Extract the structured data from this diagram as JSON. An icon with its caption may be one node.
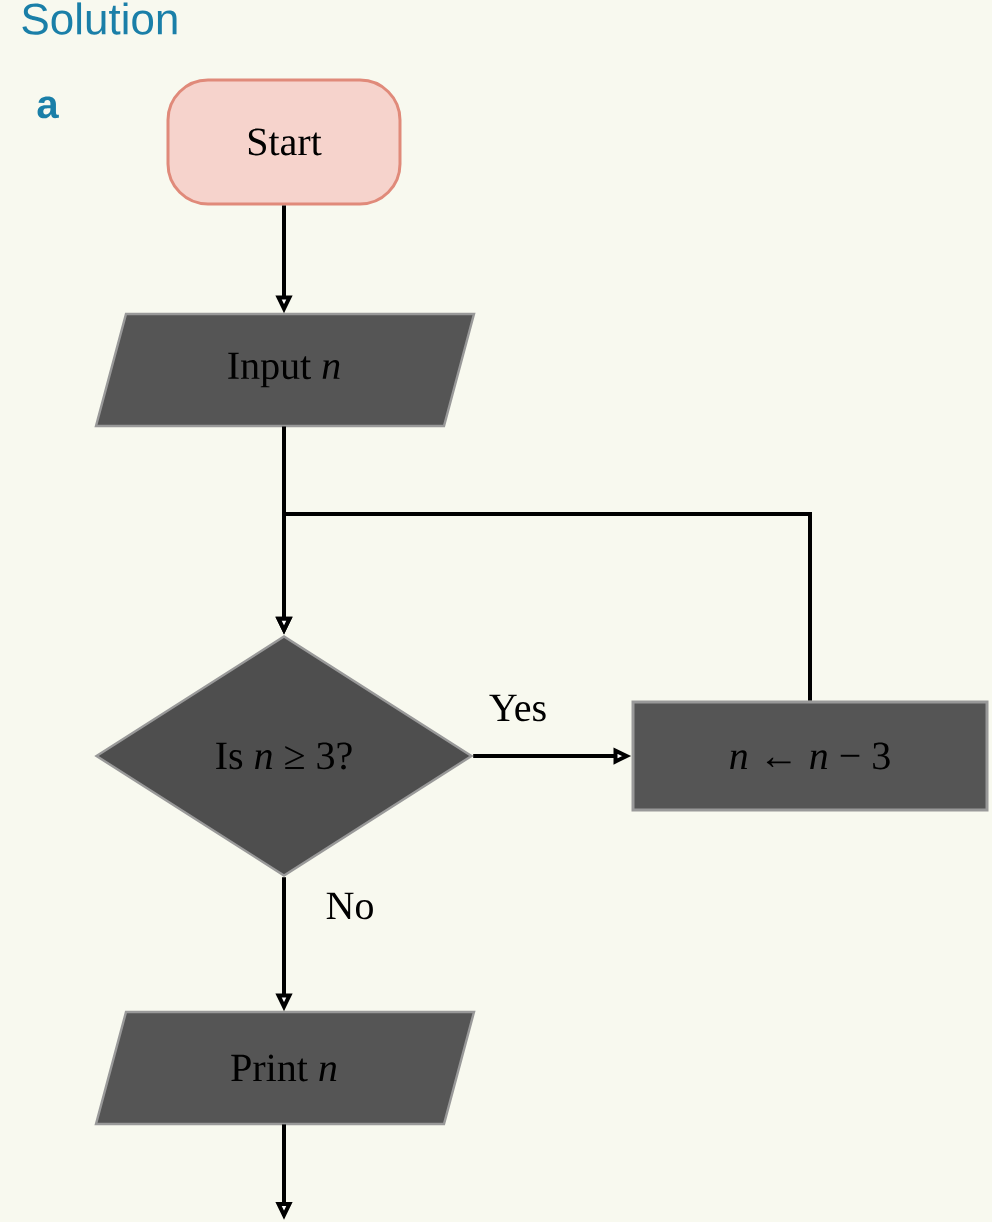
{
  "diagram": {
    "title": "Solution",
    "nodes": [
      {
        "text": [
          "Start"
        ]
      },
      {
        "text": [
          "Input *n*"
        ]
      },
      {
        "text": [
          "Is *n* ≥ 3?"
        ]
      },
      {
        "text": [
          "*n* ← *n* − 3"
        ]
      },
      {
        "text": [
          "Print *n*"
        ]
      }
    ],
    "edges": [
      {
        "from": 0,
        "to": 1,
        "arrow": "to"
      },
      {
        "from": 1,
        "to": 2,
        "arrow": "to"
      },
      {
        "from": 2,
        "to": 3,
        "arrow": "to",
        "label": "Yes"
      },
      {
        "from": 3,
        "to": 2,
        "arrow": "to"
      },
      {
        "from": 2,
        "to": 4,
        "arrow": "to",
        "label": "No"
      },
      {
        "from": 4,
        "to": null,
        "arrow": "to"
      }
    ],
    "labels": [
      "a"
    ]
  }
}
